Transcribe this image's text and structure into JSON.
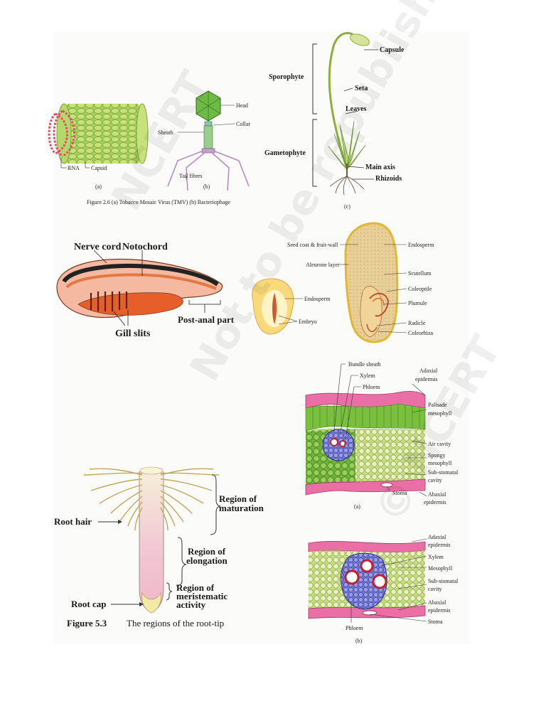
{
  "watermark": {
    "texts": [
      "NCERT",
      "Not to be republished",
      "© NCERT"
    ]
  },
  "figure_virus": {
    "labels": {
      "rna": "RNA",
      "capsid": "Capsid",
      "a": "(a)",
      "head": "Head",
      "collar": "Collar",
      "sheath": "Sheath",
      "tail_fibres": "Tail fibres",
      "b": "(b)"
    },
    "caption": "Figure 2.6  (a) Tobacco Mosaic Virus (TMV)  (b) Bacteriophage"
  },
  "figure_moss": {
    "labels": {
      "capsule": "Capsule",
      "sporophyte": "Sporophyte",
      "seta": "Seta",
      "leaves": "Leaves",
      "gametophyte": "Gametophyte",
      "main_axis": "Main axis",
      "rhizoids": "Rhizoids",
      "c": "(c)"
    }
  },
  "figure_chordate": {
    "labels": {
      "nerve_cord": "Nerve cord",
      "notochord": "Notochord",
      "gill_slits": "Gill slits",
      "post_anal": "Post-anal part"
    }
  },
  "figure_seed": {
    "labels": {
      "seed_coat": "Seed coat & fruit-wall",
      "aleurone": "Aleurone layer",
      "endosperm_small": "Endosperm",
      "embryo": "Embryo",
      "endosperm": "Endosperm",
      "scutellum": "Scutellum",
      "coleoptile": "Coleoptile",
      "plumule": "Plumule",
      "radicle": "Radicle",
      "coleorhiza": "Coleorhiza"
    }
  },
  "figure_leaf_a": {
    "labels": {
      "bundle_sheath": "Bundle sheath",
      "xylem": "Xylem",
      "phloem": "Phloem",
      "adaxial_1": "Adaxial",
      "adaxial_2": "epidermis",
      "palisade_1": "Palisade",
      "palisade_2": "mesophyll",
      "air_cavity": "Air cavity",
      "spongy_1": "Spongy",
      "spongy_2": "mesophyll",
      "substomatal_1": "Sub-stomatal",
      "substomatal_2": "cavity",
      "stoma": "Stoma",
      "abaxial_1": "Abaxial",
      "abaxial_2": "epidermis",
      "a": "(a)"
    }
  },
  "figure_root": {
    "labels": {
      "maturation_1": "Region of",
      "maturation_2": "maturation",
      "root_hair": "Root hair",
      "elongation_1": "Region of",
      "elongation_2": "elongation",
      "meristem_1": "Region of",
      "meristem_2": "meristematic",
      "meristem_3": "activity",
      "root_cap": "Root cap"
    },
    "caption_num": "Figure 5.3",
    "caption_text": "The regions of the root-tip"
  },
  "figure_leaf_b": {
    "labels": {
      "adaxial_1": "Adaxial",
      "adaxial_2": "epidermis",
      "xylem": "Xylem",
      "mesophyll": "Mesophyll",
      "substomatal_1": "Sub-stomatal",
      "substomatal_2": "cavity",
      "abaxial_1": "Abaxial",
      "abaxial_2": "epidermis",
      "phloem": "Phloem",
      "stoma": "Stoma",
      "b": "(b)"
    }
  }
}
